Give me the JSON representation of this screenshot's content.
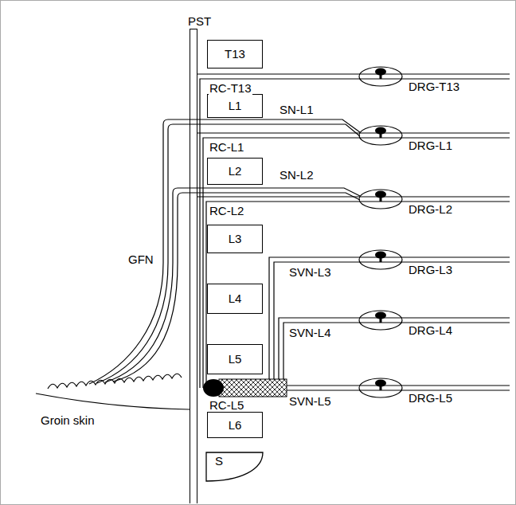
{
  "diagram": {
    "nodes": [
      {
        "text": [
          "PST"
        ]
      },
      {
        "text": [
          "T13"
        ]
      },
      {
        "text": [
          "L1"
        ]
      },
      {
        "text": [
          "L2"
        ]
      },
      {
        "text": [
          "L3"
        ]
      },
      {
        "text": [
          "L4"
        ]
      },
      {
        "text": [
          "L5"
        ]
      },
      {
        "text": [
          "L6"
        ]
      },
      {
        "text": [
          "S"
        ]
      }
    ],
    "labels": [
      "RC-T13",
      "SN-L1",
      "RC-L1",
      "SN-L2",
      "RC-L2",
      "GFN",
      "SVN-L3",
      "SVN-L4",
      "RC-L5",
      "SVN-L5",
      "Groin skin",
      "DRG-T13",
      "DRG-L1",
      "DRG-L2",
      "DRG-L3",
      "DRG-L4",
      "DRG-L5"
    ]
  }
}
